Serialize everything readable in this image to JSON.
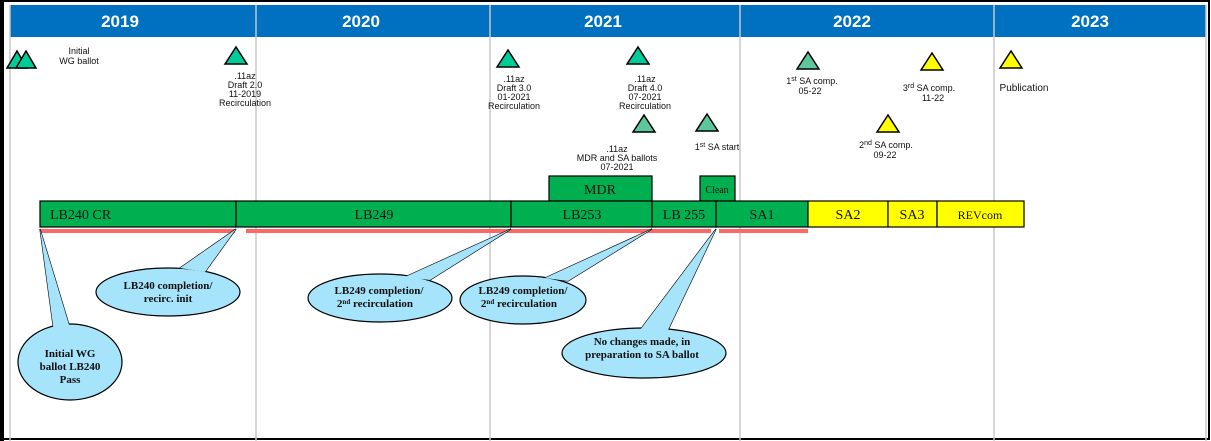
{
  "years": [
    "2019",
    "2020",
    "2021",
    "2022",
    "2023"
  ],
  "colors": {
    "header": "#0070C0",
    "green": "#00B050",
    "yellow": "#FFFF00",
    "triangle_green": "#00CC99",
    "triangle_light": "#5DC79C",
    "red_line": "#FF6666",
    "callout": "#A6E4FB"
  },
  "milestones": {
    "initial": [
      "Initial",
      "WG ballot"
    ],
    "draft20": [
      ".11az",
      "Draft 2.0",
      "11-2019",
      "Recirculation"
    ],
    "draft30": [
      ".11az",
      "Draft 3.0",
      "01-2021",
      "Recirculation"
    ],
    "draft40": [
      ".11az",
      "Draft 4.0",
      "07-2021",
      "Recirculation"
    ],
    "mdr": [
      ".11az",
      "MDR and SA ballots",
      "07-2021"
    ],
    "sa_start": {
      "pre": "1",
      "sup": "st",
      "post": " SA start"
    },
    "sa1comp": {
      "pre": "1",
      "sup": "st",
      "post": " SA comp.",
      "date": "05-22"
    },
    "sa2comp": {
      "pre": "2",
      "sup": "nd",
      "post": " SA comp.",
      "date": "09-22"
    },
    "sa3comp": {
      "pre": "3",
      "sup": "rd",
      "post": "  SA comp.",
      "date": "11-22"
    },
    "publication": "Publication"
  },
  "bars": {
    "lb240": "LB240  CR",
    "lb249": "LB249",
    "lb253": "LB253",
    "lb255": "LB  255",
    "sa1": "SA1",
    "sa2": "SA2",
    "sa3": "SA3",
    "revcom": "REVcom",
    "mdr": "MDR",
    "clean": "Clean"
  },
  "callouts": {
    "c1": [
      "Initial WG",
      "ballot LB240",
      "Pass"
    ],
    "c2": [
      "LB240 completion/",
      "recirc. init"
    ],
    "c3": {
      "l1": "LB249 completion/",
      "pre": "2",
      "sup": "nd",
      "post": " recirculation"
    },
    "c4": {
      "l1": "LB249 completion/",
      "pre": "2",
      "sup": "nd",
      "post": " recirculation"
    },
    "c5": [
      "No changes made, in",
      "preparation to SA ballot"
    ]
  }
}
